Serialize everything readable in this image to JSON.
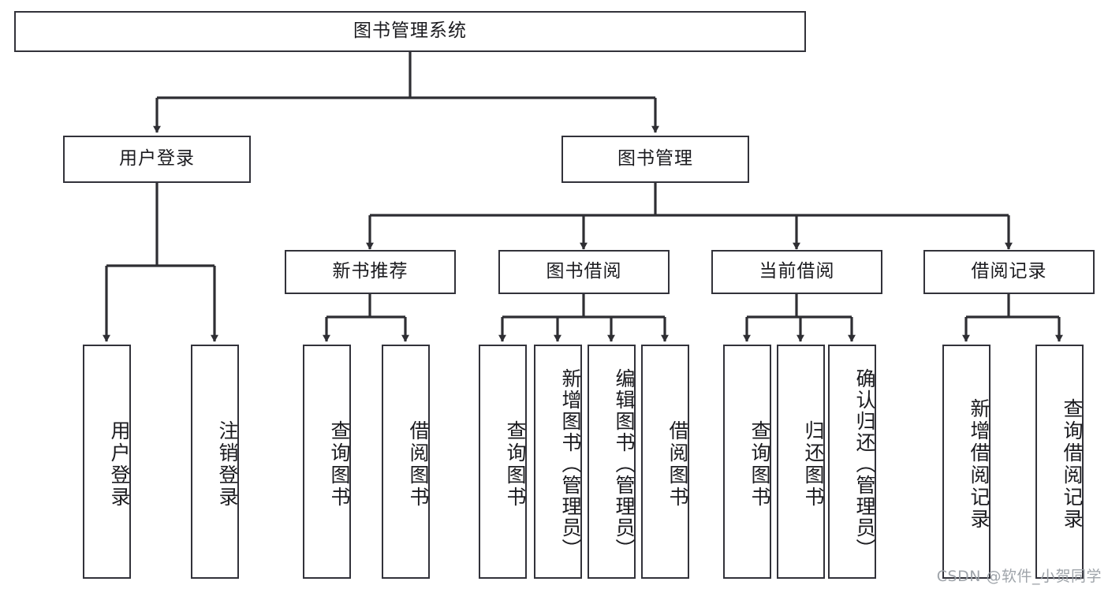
{
  "diagram": {
    "title": "图书管理系统",
    "type": "tree-hierarchy-diagram",
    "root": {
      "id": "root",
      "label": "图书管理系统",
      "orientation": "horizontal"
    },
    "level1": [
      {
        "id": "user-login",
        "label": "用户登录",
        "orientation": "horizontal"
      },
      {
        "id": "book-manage",
        "label": "图书管理",
        "orientation": "horizontal"
      }
    ],
    "level2": [
      {
        "id": "new-book-recommend",
        "label": "新书推荐",
        "orientation": "horizontal",
        "parent": "book-manage"
      },
      {
        "id": "book-borrow",
        "label": "图书借阅",
        "orientation": "horizontal",
        "parent": "book-manage"
      },
      {
        "id": "current-borrow",
        "label": "当前借阅",
        "orientation": "horizontal",
        "parent": "book-manage"
      },
      {
        "id": "borrow-record",
        "label": "借阅记录",
        "orientation": "horizontal",
        "parent": "book-manage"
      }
    ],
    "leaves": [
      {
        "id": "leaf-user-login",
        "label": "用户登录",
        "orientation": "vertical",
        "parent": "user-login"
      },
      {
        "id": "leaf-logout-login",
        "label": "注销登录",
        "orientation": "vertical",
        "parent": "user-login"
      },
      {
        "id": "leaf-query-book-1",
        "label": "查询图书",
        "orientation": "vertical",
        "parent": "new-book-recommend"
      },
      {
        "id": "leaf-borrow-book-1",
        "label": "借阅图书",
        "orientation": "vertical",
        "parent": "new-book-recommend"
      },
      {
        "id": "leaf-query-book-2",
        "label": "查询图书",
        "orientation": "vertical",
        "parent": "book-borrow"
      },
      {
        "id": "leaf-add-book-admin",
        "label": "新增图书（管理员）",
        "orientation": "vertical",
        "parent": "book-borrow"
      },
      {
        "id": "leaf-edit-book-admin",
        "label": "编辑图书（管理员）",
        "orientation": "vertical",
        "parent": "book-borrow"
      },
      {
        "id": "leaf-borrow-book-2",
        "label": "借阅图书",
        "orientation": "vertical",
        "parent": "book-borrow"
      },
      {
        "id": "leaf-query-book-3",
        "label": "查询图书",
        "orientation": "vertical",
        "parent": "current-borrow"
      },
      {
        "id": "leaf-return-book",
        "label": "归还图书",
        "orientation": "vertical",
        "parent": "current-borrow"
      },
      {
        "id": "leaf-confirm-return-admin",
        "label": "确认归还（管理员）",
        "orientation": "vertical",
        "parent": "current-borrow"
      },
      {
        "id": "leaf-add-borrow-record",
        "label": "新增借阅记录",
        "orientation": "vertical",
        "parent": "borrow-record"
      },
      {
        "id": "leaf-query-borrow-record",
        "label": "查询借阅记录",
        "orientation": "vertical",
        "parent": "borrow-record"
      }
    ],
    "colors": {
      "box_border": "#32323a",
      "box_fill": "#ffffff",
      "connector": "#2e2e33",
      "text": "#1b1b1f",
      "watermark": "#9aa0a6"
    }
  },
  "watermark": {
    "text": "CSDN @软件_小贺同学"
  }
}
